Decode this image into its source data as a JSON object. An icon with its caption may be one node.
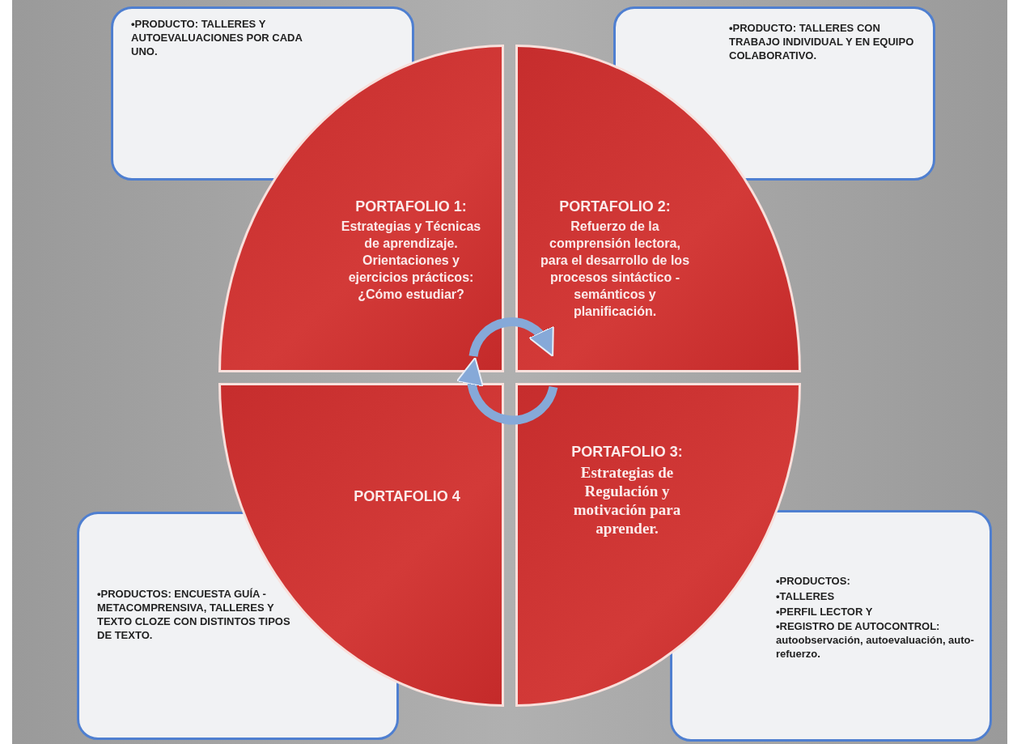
{
  "diagram": {
    "nodes": [
      {
        "text": [
          "•PRODUCTO: TALLERES Y AUTOEVALUACIONES POR CADA UNO."
        ]
      },
      {
        "text": [
          "•PRODUCTO: TALLERES CON TRABAJO INDIVIDUAL Y EN EQUIPO COLABORATIVO."
        ]
      },
      {
        "text": [
          "PORTAFOLIO 1:",
          "Estrategias y Técnicas de aprendizaje. Orientaciones y ejercicios prácticos: ¿Cómo estudiar?"
        ]
      },
      {
        "text": [
          "PORTAFOLIO 2:",
          "Refuerzo de la comprensión lectora, para el desarrollo de los procesos sintáctico -semánticos y planificación."
        ]
      },
      {
        "text": [
          "PORTAFOLIO 4"
        ]
      },
      {
        "text": [
          "PORTAFOLIO 3:",
          "Estrategias de Regulación y motivación para aprender."
        ]
      },
      {
        "text": [
          "•PRODUCTOS: ENCUESTA GUÍA - METACOMPRENSIVA, TALLERES Y TEXTO CLOZE CON DISTINTOS TIPOS DE TEXTO."
        ]
      },
      {
        "text": [
          "•PRODUCTOS:",
          "•TALLERES",
          "•PERFIL LECTOR Y",
          "•REGISTRO DE AUTOCONTROL: autoobservación, autoevaluación, auto-refuerzo."
        ]
      }
    ],
    "edges": [
      {
        "from": 2,
        "to": 3,
        "arrow": "to"
      },
      {
        "from": 5,
        "to": 4,
        "arrow": "to"
      }
    ]
  }
}
